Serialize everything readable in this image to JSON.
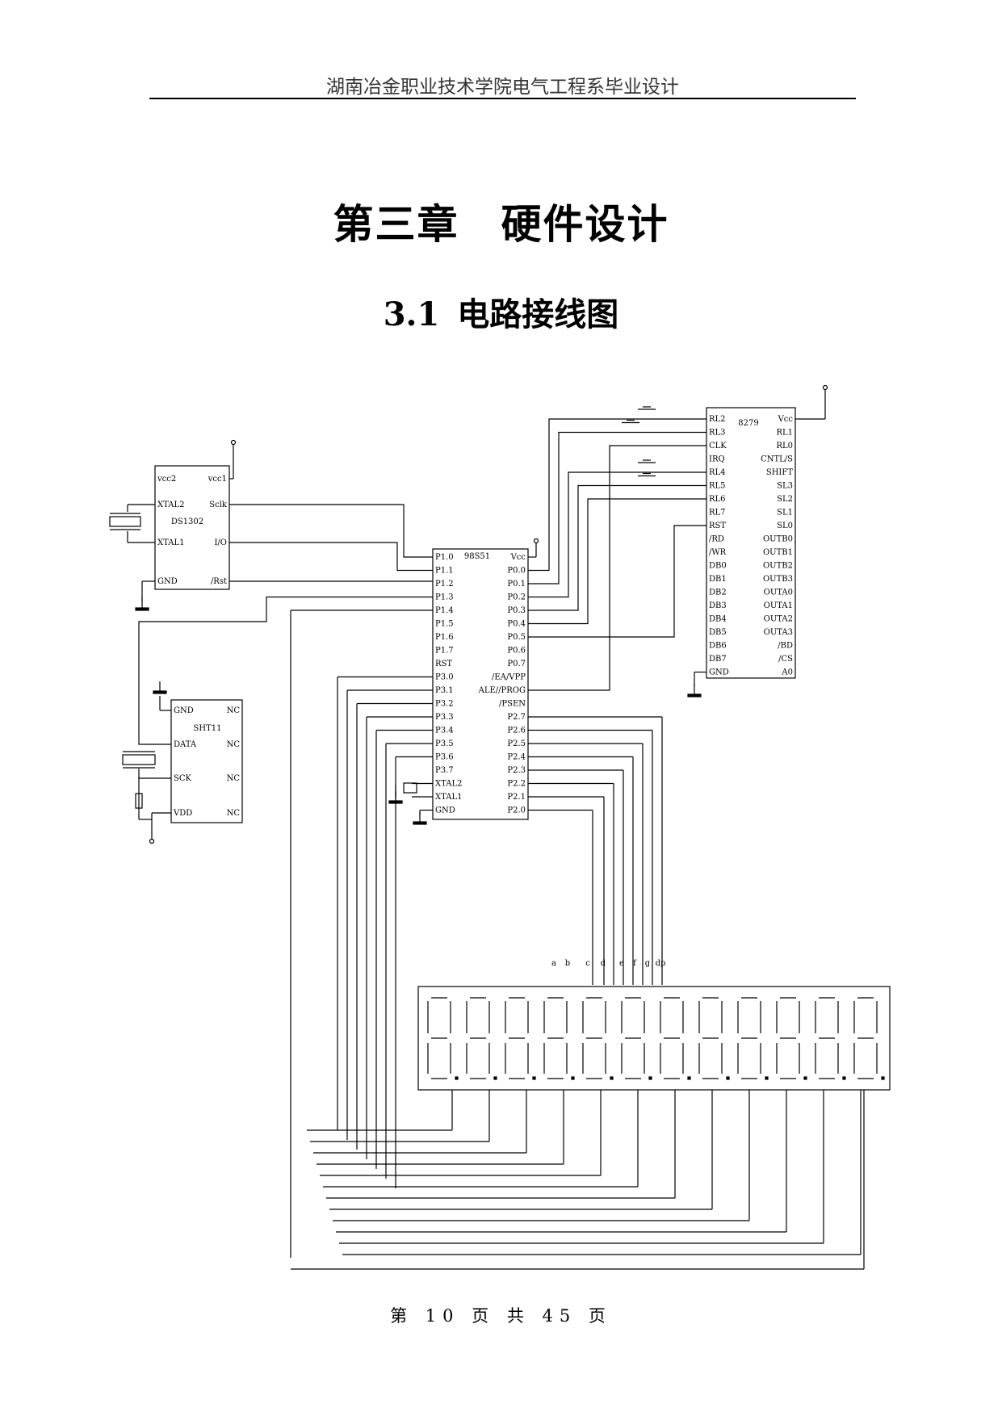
{
  "header": {
    "text": "湖南冶金职业技术学院电气工程系毕业设计"
  },
  "chapter": {
    "title": "第三章　硬件设计"
  },
  "section": {
    "number": "3.1",
    "title": "电路接线图"
  },
  "schematic": {
    "mcu": {
      "name": "98S51",
      "left_pins": [
        "P1.0",
        "P1.1",
        "P1.2",
        "P1.3",
        "P1.4",
        "P1.5",
        "P1.6",
        "P1.7",
        "RST",
        "P3.0",
        "P3.1",
        "P3.2",
        "P3.3",
        "P3.4",
        "P3.5",
        "P3.6",
        "P3.7",
        "XTAL2",
        "XTAL1",
        "GND"
      ],
      "right_pins": [
        "Vcc",
        "P0.0",
        "P0.1",
        "P0.2",
        "P0.3",
        "P0.4",
        "P0.5",
        "P0.6",
        "P0.7",
        "/EA/VPP",
        "ALE//PROG",
        "/PSEN",
        "P2.7",
        "P2.6",
        "P2.5",
        "P2.4",
        "P2.3",
        "P2.2",
        "P2.1",
        "P2.0"
      ]
    },
    "kbd": {
      "name": "8279",
      "left_pins": [
        "RL2",
        "RL3",
        "CLK",
        "IRQ",
        "RL4",
        "RL5",
        "RL6",
        "RL7",
        "RST",
        "/RD",
        "/WR",
        "DB0",
        "DB1",
        "DB2",
        "DB3",
        "DB4",
        "DB5",
        "DB6",
        "DB7",
        "GND"
      ],
      "right_pins": [
        "Vcc",
        "RL1",
        "RL0",
        "CNTL/S",
        "SHIFT",
        "SL3",
        "SL2",
        "SL1",
        "SL0",
        "OUTB0",
        "OUTB1",
        "OUTB2",
        "OUTB3",
        "OUTA0",
        "OUTA1",
        "OUTA2",
        "OUTA3",
        "/BD",
        "/CS",
        "A0"
      ]
    },
    "rtc": {
      "name": "DS1302",
      "left_pins": [
        "vcc2",
        "XTAL2",
        "XTAL1",
        "GND"
      ],
      "right_pins": [
        "vcc1",
        "Sclk",
        "I/O",
        "/Rst"
      ]
    },
    "sensor": {
      "name": "SHT11",
      "left_pins": [
        "GND",
        "DATA",
        "SCK",
        "VDD"
      ],
      "right_pins": [
        "NC",
        "NC",
        "NC",
        "NC"
      ]
    },
    "segment_labels": [
      "a",
      "b",
      "c",
      "d",
      "e",
      "f",
      "g",
      "dp"
    ]
  },
  "footer": {
    "text": "第 10 页 共 45 页"
  }
}
